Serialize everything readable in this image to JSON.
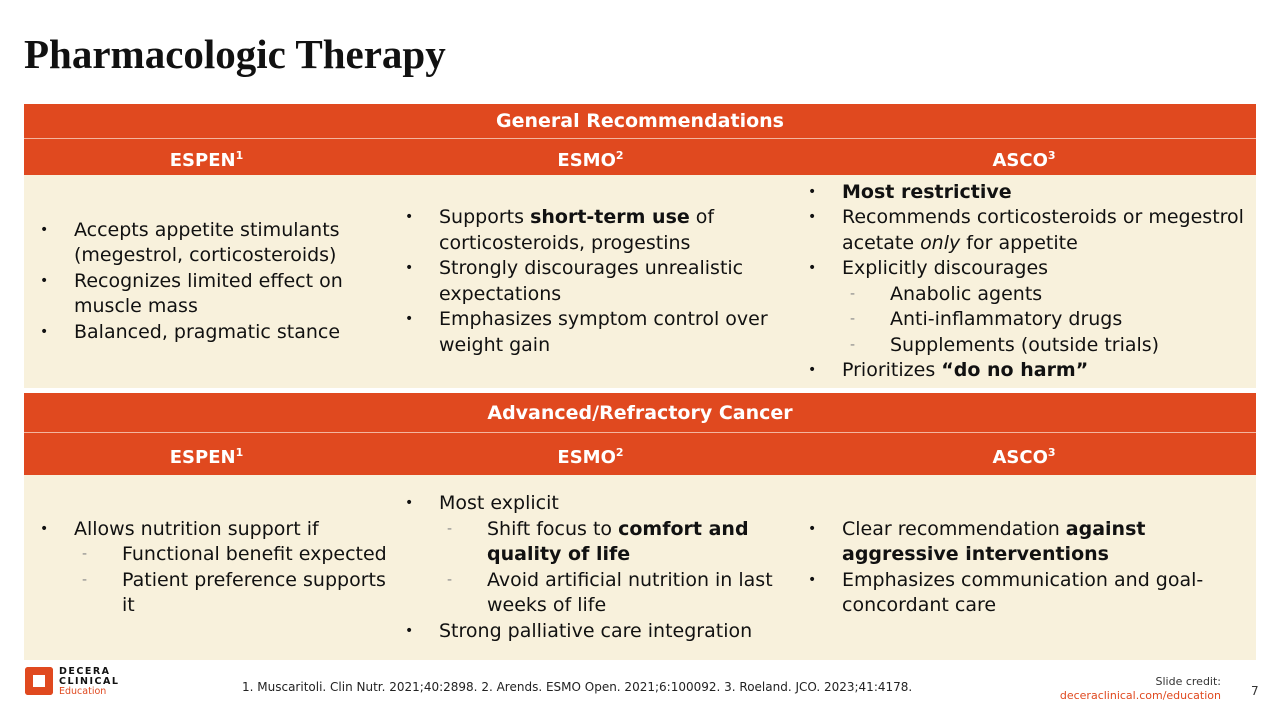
{
  "title": "Pharmacologic Therapy",
  "sections": [
    {
      "title": "General Recommendations",
      "columns": [
        {
          "name": "ESPEN",
          "sup": "1",
          "items": [
            {
              "level": 1,
              "segs": [
                {
                  "t": "Accepts appetite stimulants (megestrol, corticosteroids)"
                }
              ]
            },
            {
              "level": 1,
              "segs": [
                {
                  "t": "Recognizes limited effect on muscle mass"
                }
              ]
            },
            {
              "level": 1,
              "segs": [
                {
                  "t": "Balanced, pragmatic stance"
                }
              ]
            }
          ]
        },
        {
          "name": "ESMO",
          "sup": "2",
          "items": [
            {
              "level": 1,
              "segs": [
                {
                  "t": "Supports "
                },
                {
                  "t": "short-term use",
                  "b": true
                },
                {
                  "t": " of corticosteroids, progestins"
                }
              ]
            },
            {
              "level": 1,
              "segs": [
                {
                  "t": "Strongly discourages unrealistic expectations"
                }
              ]
            },
            {
              "level": 1,
              "segs": [
                {
                  "t": "Emphasizes symptom control over weight gain"
                }
              ]
            }
          ]
        },
        {
          "name": "ASCO",
          "sup": "3",
          "items": [
            {
              "level": 1,
              "segs": [
                {
                  "t": "Most restrictive",
                  "b": true
                }
              ]
            },
            {
              "level": 1,
              "segs": [
                {
                  "t": "Recommends corticosteroids or megestrol acetate "
                },
                {
                  "t": "only",
                  "i": true
                },
                {
                  "t": " for appetite"
                }
              ]
            },
            {
              "level": 1,
              "segs": [
                {
                  "t": "Explicitly discourages"
                }
              ]
            },
            {
              "level": 2,
              "segs": [
                {
                  "t": "Anabolic agents"
                }
              ]
            },
            {
              "level": 2,
              "segs": [
                {
                  "t": "Anti-inflammatory drugs"
                }
              ]
            },
            {
              "level": 2,
              "segs": [
                {
                  "t": "Supplements (outside trials)"
                }
              ]
            },
            {
              "level": 1,
              "segs": [
                {
                  "t": "Prioritizes "
                },
                {
                  "t": "“do no harm”",
                  "b": true
                }
              ]
            }
          ]
        }
      ]
    },
    {
      "title": "Advanced/Refractory Cancer",
      "columns": [
        {
          "name": "ESPEN",
          "sup": "1",
          "items": [
            {
              "level": 1,
              "segs": [
                {
                  "t": "Allows nutrition support if"
                }
              ]
            },
            {
              "level": 2,
              "segs": [
                {
                  "t": "Functional benefit expected"
                }
              ]
            },
            {
              "level": 2,
              "segs": [
                {
                  "t": "Patient preference supports it"
                }
              ]
            }
          ]
        },
        {
          "name": "ESMO",
          "sup": "2",
          "items": [
            {
              "level": 1,
              "segs": [
                {
                  "t": "Most explicit"
                }
              ]
            },
            {
              "level": 2,
              "segs": [
                {
                  "t": "Shift focus to "
                },
                {
                  "t": "comfort and quality of life",
                  "b": true
                }
              ]
            },
            {
              "level": 2,
              "segs": [
                {
                  "t": "Avoid artificial nutrition in last weeks of life"
                }
              ]
            },
            {
              "level": 1,
              "segs": [
                {
                  "t": "Strong palliative care integration"
                }
              ]
            }
          ]
        },
        {
          "name": "ASCO",
          "sup": "3",
          "items": [
            {
              "level": 1,
              "segs": [
                {
                  "t": "Clear recommendation "
                },
                {
                  "t": "against aggressive interventions",
                  "b": true
                }
              ]
            },
            {
              "level": 1,
              "segs": [
                {
                  "t": "Emphasizes communication and goal-concordant care"
                }
              ]
            }
          ]
        }
      ]
    }
  ],
  "references": "1. Muscaritoli. Clin Nutr. 2021;40:2898. 2. Arends. ESMO Open. 2021;6:100092. 3. Roeland. JCO. 2023;41:4178.",
  "logo": {
    "line1": "DECERA",
    "line2": "CLINICAL",
    "line3": "Education"
  },
  "credit": {
    "label": "Slide credit:",
    "url": "deceraclinical.com/education"
  },
  "page_number": "7",
  "colors": {
    "accent": "#E0491F",
    "cell": "#F8F1DC"
  }
}
